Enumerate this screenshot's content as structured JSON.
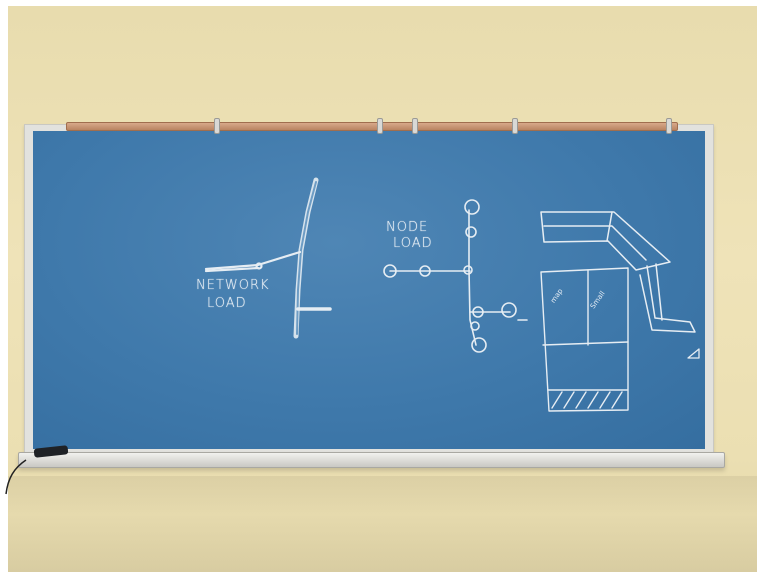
{
  "scene": {
    "description_colors": {
      "wall": "#ece0b4",
      "board": "#4280b0",
      "chalk": "#e7eef5",
      "map_rail": "#c9936f"
    }
  },
  "chalk_labels": {
    "network_line1": "NETWORK",
    "network_line2": "LOAD",
    "node_line1": "NODE",
    "node_line2": "LOAD",
    "map_word": "map",
    "small_word": "Small"
  }
}
